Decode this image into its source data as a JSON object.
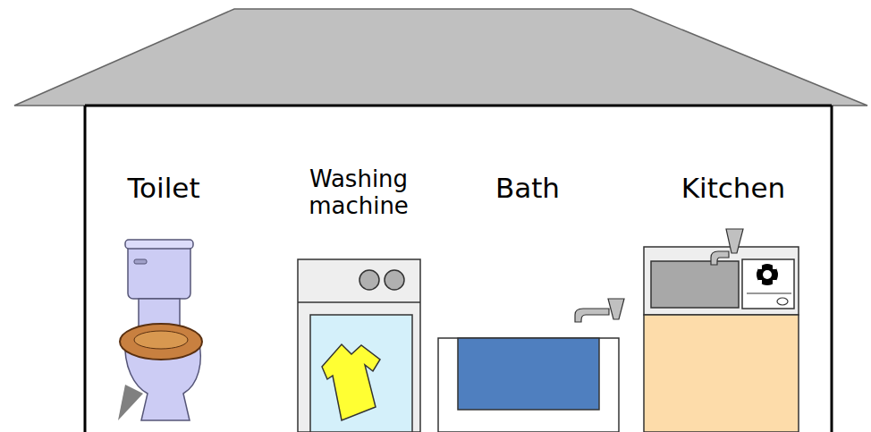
{
  "diagram": {
    "labels": [
      "Toilet",
      "Washing machine",
      "Bath",
      "Kitchen"
    ]
  }
}
